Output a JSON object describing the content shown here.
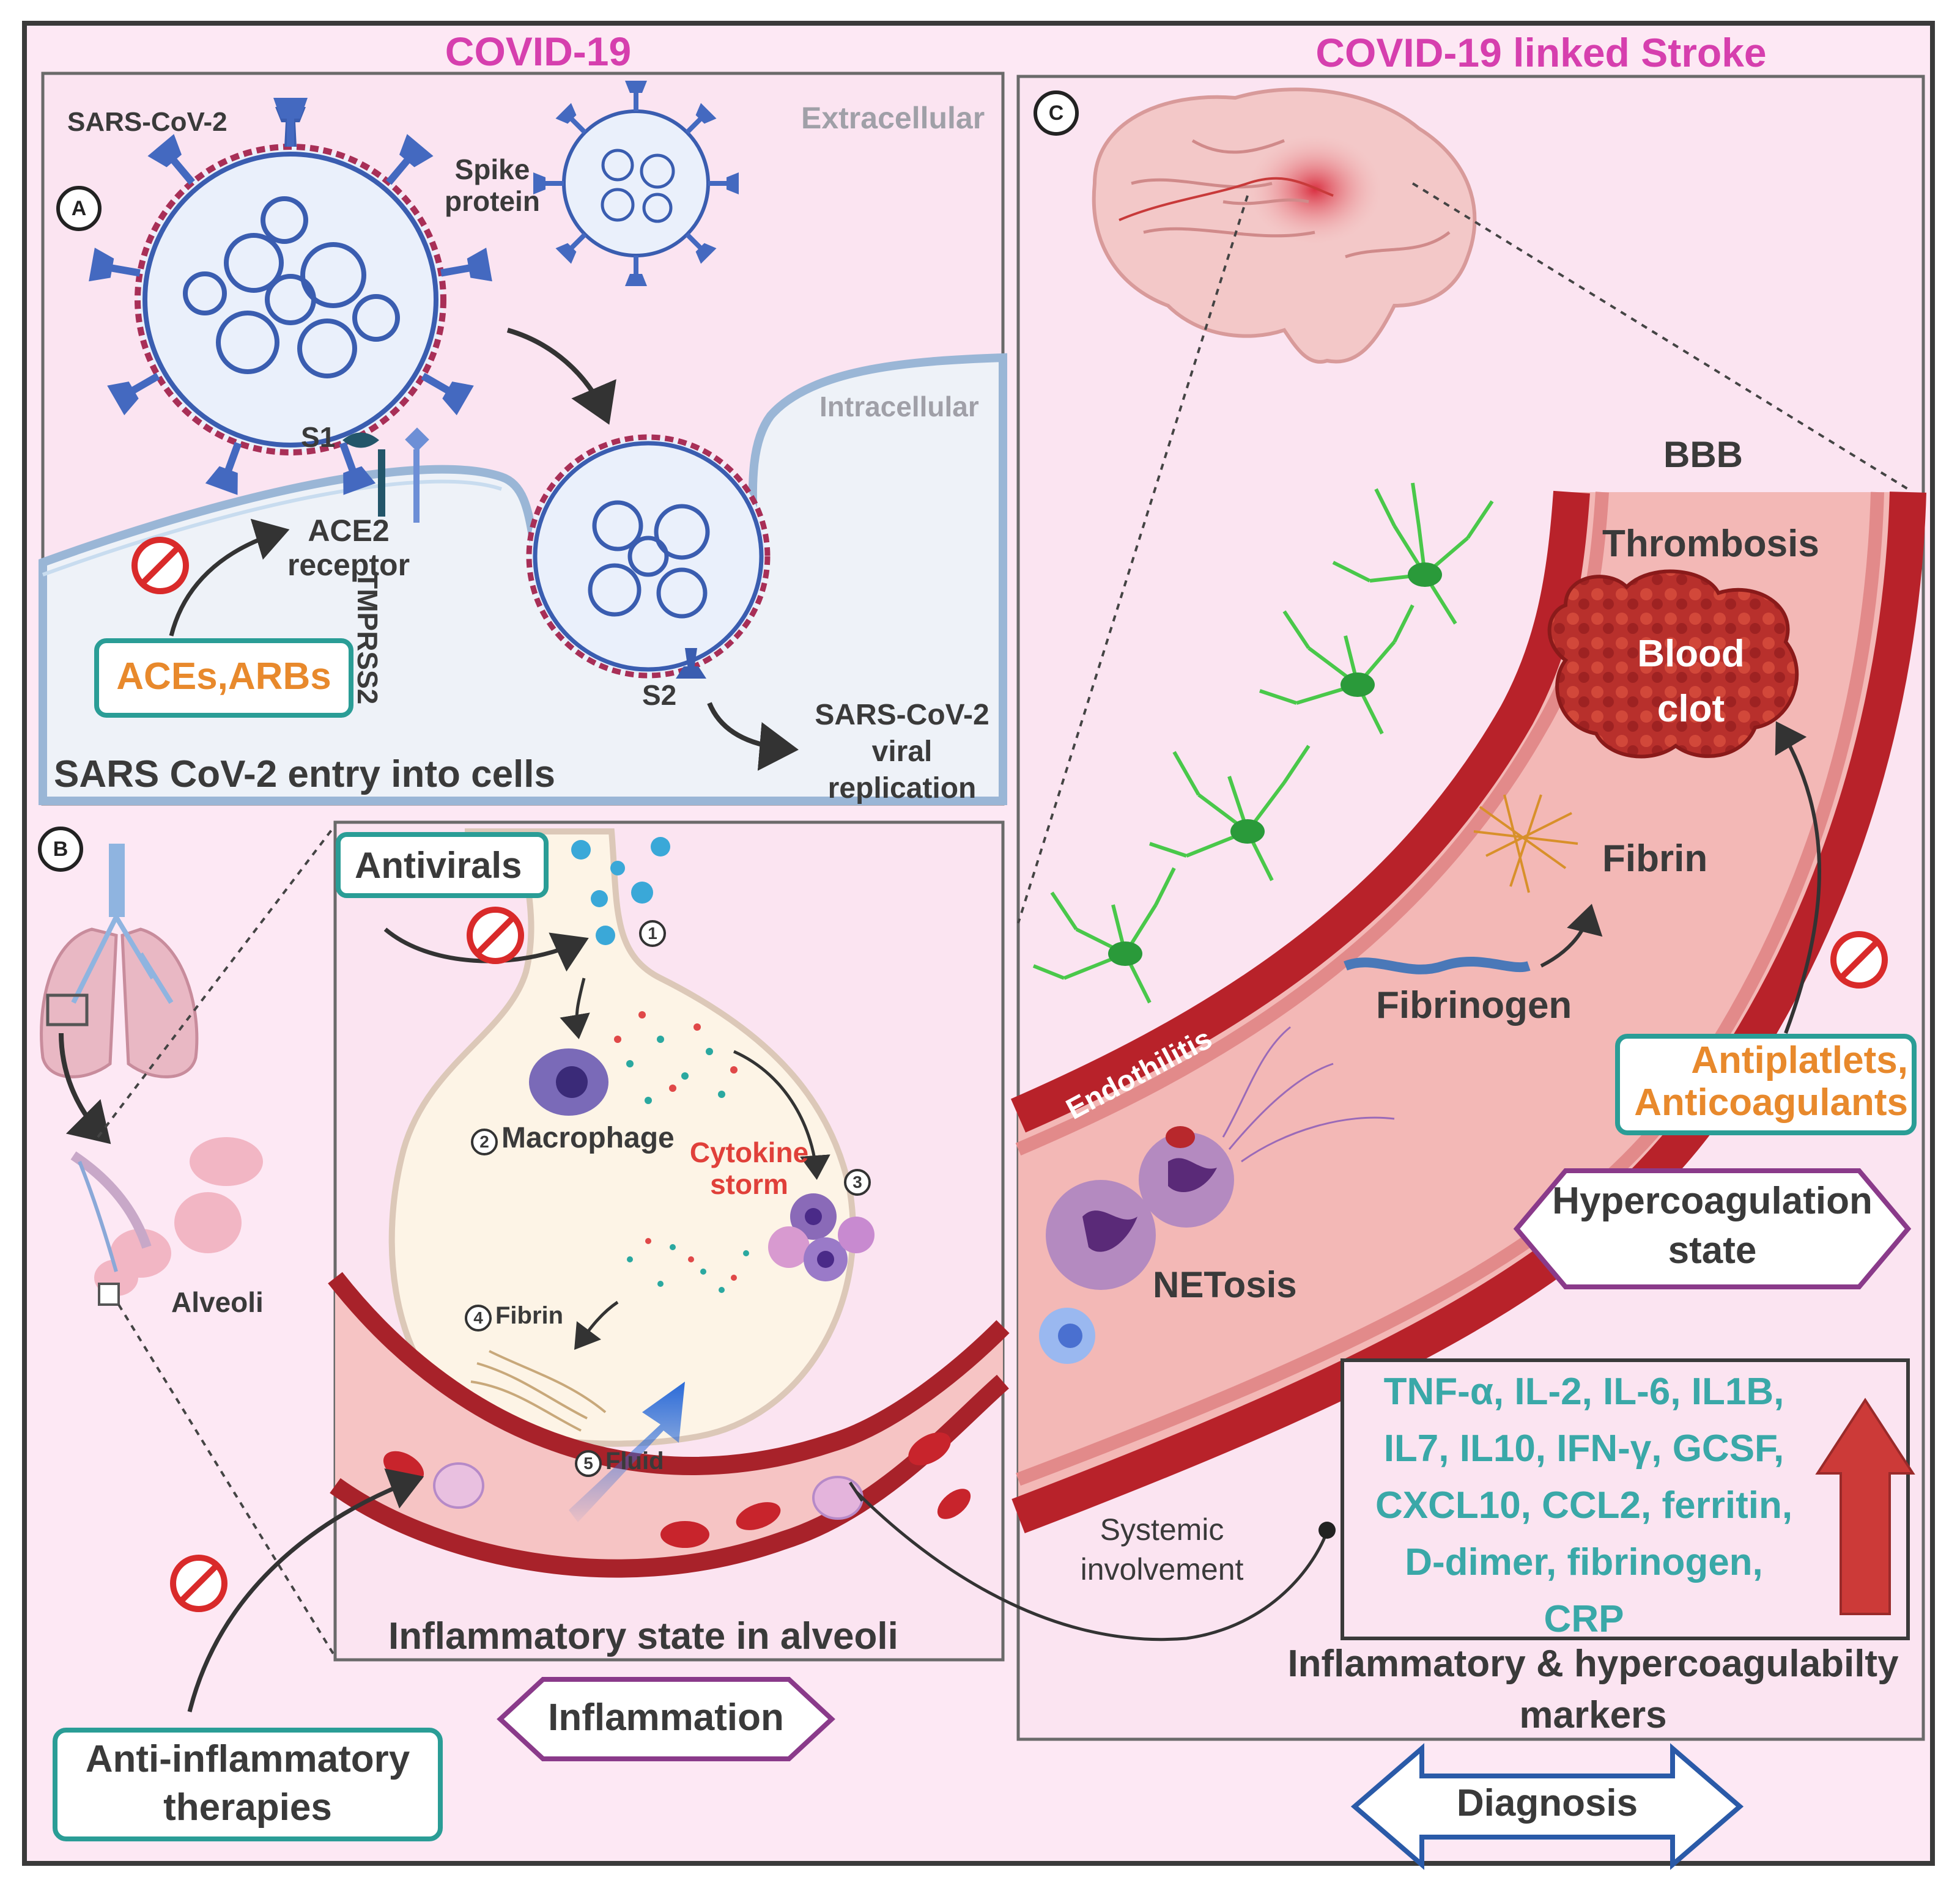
{
  "panel_titles": {
    "covid": "COVID-19",
    "stroke": "COVID-19 linked Stroke"
  },
  "panel_a": {
    "letter": "A",
    "virus_label": "SARS-CoV-2",
    "spike_label": "Spike\nprotein",
    "extracellular": "Extracellular",
    "intracellular": "Intracellular",
    "s1": "S1",
    "s2": "S2",
    "ace2": "ACE2\nreceptor",
    "tmprss2": "TMPRSS2",
    "drug": "ACEs,ARBs",
    "replication": "SARS-CoV-2\nviral\nreplication",
    "caption": "SARS CoV-2 entry into cells"
  },
  "panel_b": {
    "letter": "B",
    "alveoli": "Alveoli",
    "drug": "Antivirals",
    "step2": "Macrophage",
    "cytokine": "Cytokine\nstorm",
    "step4": "Fibrin",
    "step5": "Fluid",
    "n1": "1",
    "n2": "2",
    "n3": "3",
    "n4": "4",
    "n5": "5",
    "caption": "Inflammatory state in alveoli",
    "state": "Inflammation",
    "anti_inflam": "Anti-inflammatory\ntherapies"
  },
  "panel_c": {
    "letter": "C",
    "bbb": "BBB",
    "thrombosis": "Thrombosis",
    "clot": "Blood\nclot",
    "fibrin": "Fibrin",
    "fibrinogen": "Fibrinogen",
    "endothelitis": "Endothilitis",
    "netosis": "NETosis",
    "drug": "Antiplatlets,\nAnticoagulants",
    "state": "Hypercoagulation\nstate",
    "markers_list": "TNF-α, IL-2, IL-6, IL1B,\nIL7, IL10, IFN-γ, GCSF,\nCXCL10, CCL2, ferritin,\nD-dimer, fibrinogen,\nCRP",
    "systemic": "Systemic\ninvolvement",
    "markers_caption": "Inflammatory & hypercoagulabilty\nmarkers",
    "diagnosis": "Diagnosis"
  },
  "colors": {
    "background": "#fde8f4",
    "teal_border": "#2a9d96",
    "orange_text": "#e8892c",
    "purple_border": "#8a3a8a",
    "blue_border": "#2a5aa8",
    "vessel_red": "#b8222a",
    "astrocyte_green": "#49c84a"
  }
}
